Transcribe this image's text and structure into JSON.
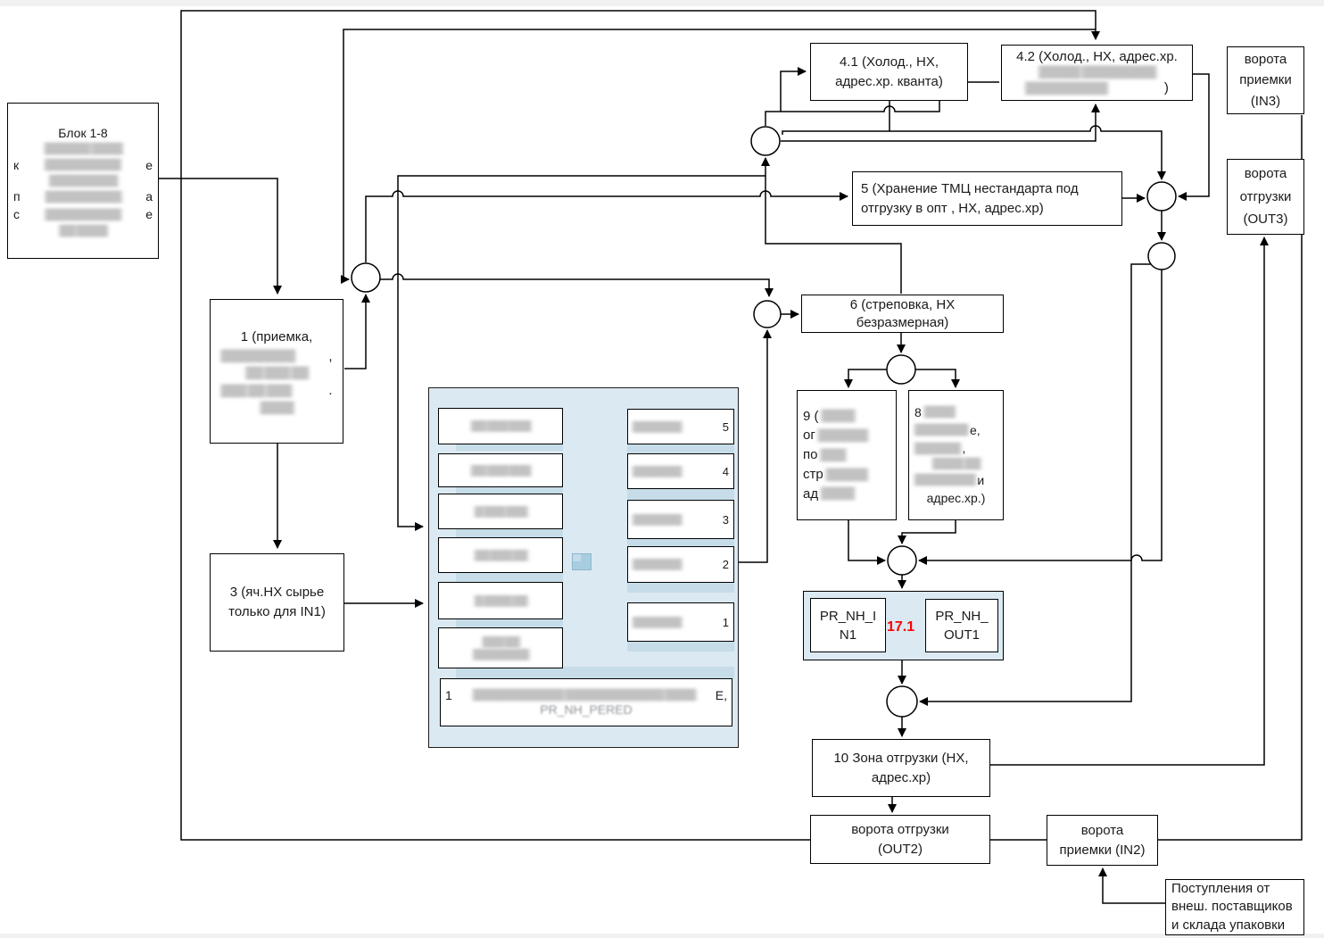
{
  "palette": {
    "background": "#ffffff",
    "line_color": "#000000",
    "box_fill": "#ffffff",
    "panel_fill": "#dbe9f2",
    "redact_gray": "#c2c2c2",
    "accent_red": "#ff0000",
    "edge_strip": "#f1f1f1"
  },
  "nodes": {
    "blok18": {
      "title": "Блок 1-8",
      "lines": [
        [
          "██████ ████"
        ],
        [
          "к",
          "██████████",
          "е"
        ],
        [
          "█████████"
        ],
        [
          "п",
          "██████████",
          "а"
        ],
        [
          "с",
          "██████████",
          "е"
        ],
        [
          "██ ████"
        ]
      ]
    },
    "box1": {
      "title": "1 (приемка,",
      "lines": [
        [
          "█████████",
          ","
        ],
        [
          "██ ███ ██"
        ],
        [
          "███ ██ ███",
          "."
        ],
        [
          "████"
        ]
      ]
    },
    "box3": {
      "label": "3 (яч.НХ сырье\nтолько для IN1)"
    },
    "box41": {
      "label": "4.1 (Холод., НХ,\nадрес.хр. кванта)"
    },
    "box42": {
      "title": "4.2 (Холод., НХ, адрес.хр.",
      "lines": [
        [
          "█████ █████████"
        ],
        [
          "██████████",
          ")"
        ]
      ]
    },
    "box5": {
      "label": "5 (Хранение ТМЦ нестандарта под\nотгрузку в опт , НХ, адрес.хр)"
    },
    "box6": {
      "label": "6 (стреповка, НХ\nбезразмерная)"
    },
    "box9": {
      "lines": [
        [
          "9 (",
          "████"
        ],
        [
          "ог",
          "██████"
        ],
        [
          "по",
          "███"
        ],
        [
          "стр",
          "█████"
        ],
        [
          "ад",
          "████"
        ]
      ]
    },
    "box8": {
      "lines": [
        [
          "8",
          "████"
        ],
        [
          "███████",
          "е,"
        ],
        [
          "██████",
          ","
        ],
        [
          "████ ██"
        ],
        [
          "████████",
          "и"
        ],
        [
          "адрес.хр.)"
        ]
      ]
    },
    "gate_in3": {
      "label": "ворота\nприемки\n(IN3)"
    },
    "gate_out3": {
      "label": "ворота\nотгрузки\n(OUT3)"
    },
    "box10": {
      "label": "10 Зона отгрузки (НХ,\nадрес.хр)"
    },
    "gate_out2": {
      "label": "ворота отгрузки\n(OUT2)"
    },
    "gate_in2": {
      "label": "ворота\nприемки (IN2)"
    },
    "supply": {
      "label": "Поступления от\nвнеш. поставщиков\nи склада упаковки"
    },
    "pr_group": {
      "in_label": "PR_NH_I\nN1",
      "out_label": "PR_NH_\nOUT1",
      "tag": "17.1"
    },
    "panel": {
      "icon": "panel-glyph-icon",
      "left_boxes": [
        {
          "lines": [
            [
              "██ ███ ███"
            ]
          ]
        },
        {
          "lines": [
            [
              "██ ███ ███"
            ]
          ]
        },
        {
          "lines": [
            [
              "█ ███ ███"
            ]
          ]
        },
        {
          "lines": [
            [
              "██ ███ ██"
            ]
          ]
        },
        {
          "lines": [
            [
              "█ ████ ██"
            ]
          ]
        },
        {
          "lines": [
            [
              "███ ██"
            ],
            [
              "████████"
            ]
          ]
        }
      ],
      "right_boxes": [
        {
          "lines": [
            [
              "███████",
              "5"
            ]
          ]
        },
        {
          "lines": [
            [
              "███████",
              "4"
            ]
          ]
        },
        {
          "lines": [
            [
              "███████",
              "3"
            ]
          ]
        },
        {
          "lines": [
            [
              "███████",
              "2"
            ]
          ]
        },
        {
          "lines": [
            [
              "███████",
              "1"
            ]
          ]
        }
      ],
      "wide_box": {
        "lines": [
          [
            "1",
            "████████████ █████████████ ████",
            "Е,"
          ],
          [
            "PR_NH_PERED"
          ]
        ]
      }
    }
  }
}
